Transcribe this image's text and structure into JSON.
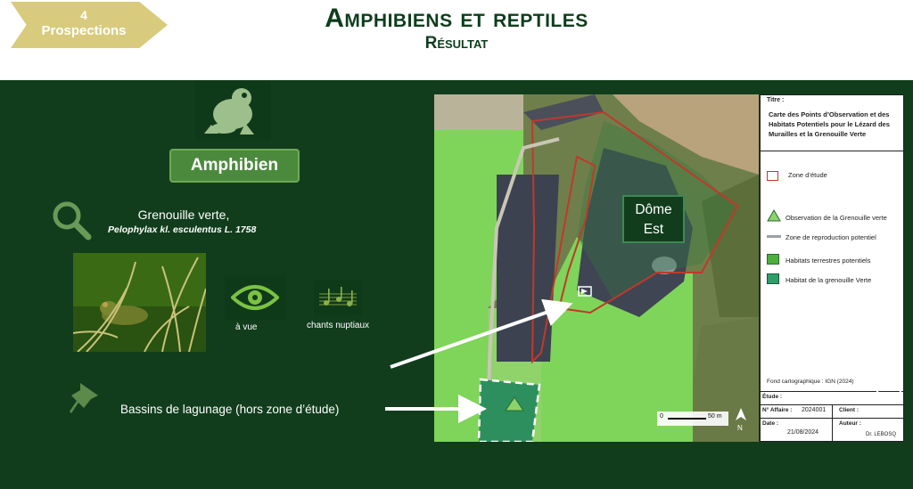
{
  "header": {
    "step_number": "4",
    "step_label": "Prospections",
    "title": "Amphibiens et reptiles",
    "subtitle": "Résultat"
  },
  "left": {
    "category": "Amphibien",
    "species_common": "Grenouille verte,",
    "species_latin": "Pelophylax kl. esculentus  L.  1758",
    "mode_visual": "à vue",
    "mode_song": "chants nuptiaux",
    "location_note": "Bassins de lagunage (hors zone d’étude)"
  },
  "map": {
    "site_label_line1": "Dôme",
    "site_label_line2": "Est",
    "scale_start": "0",
    "scale_end": "50 m",
    "north": "N"
  },
  "legend": {
    "title_label": "Titre :",
    "title_text": "Carte des Points d’Observation et des Habitats Potentiels pour le Lézard des Murailles et la Grenouille Verte",
    "items": [
      {
        "label": "Zone d’étude",
        "color": "#c0392b"
      },
      {
        "label": "Observation de la Grenouille verte",
        "color": "#8bd36b"
      },
      {
        "label": "Zone de reproduction potentiel",
        "color": "#9aa0a6"
      },
      {
        "label": "Habitats terrestres potentiels",
        "color": "#4caf3c"
      },
      {
        "label": "Habitat de la grenouille Verte",
        "color": "#2e9e6a"
      }
    ],
    "source": "Fond cartographique : IGN (2024)",
    "etude_label": "Étude :",
    "affaire_label": "N° Affaire :",
    "affaire_value": "2024001",
    "client_label": "Client :",
    "date_label": "Date :",
    "date_value": "21/08/2024",
    "auteur_label": "Auteur :",
    "auteur_value": "Dr. LEBOSQ"
  },
  "colors": {
    "panel_bg": "#113d1d",
    "accent_green": "#4b8a3d",
    "chevron": "#d8cb7d",
    "title_green": "#0e3d1c"
  }
}
